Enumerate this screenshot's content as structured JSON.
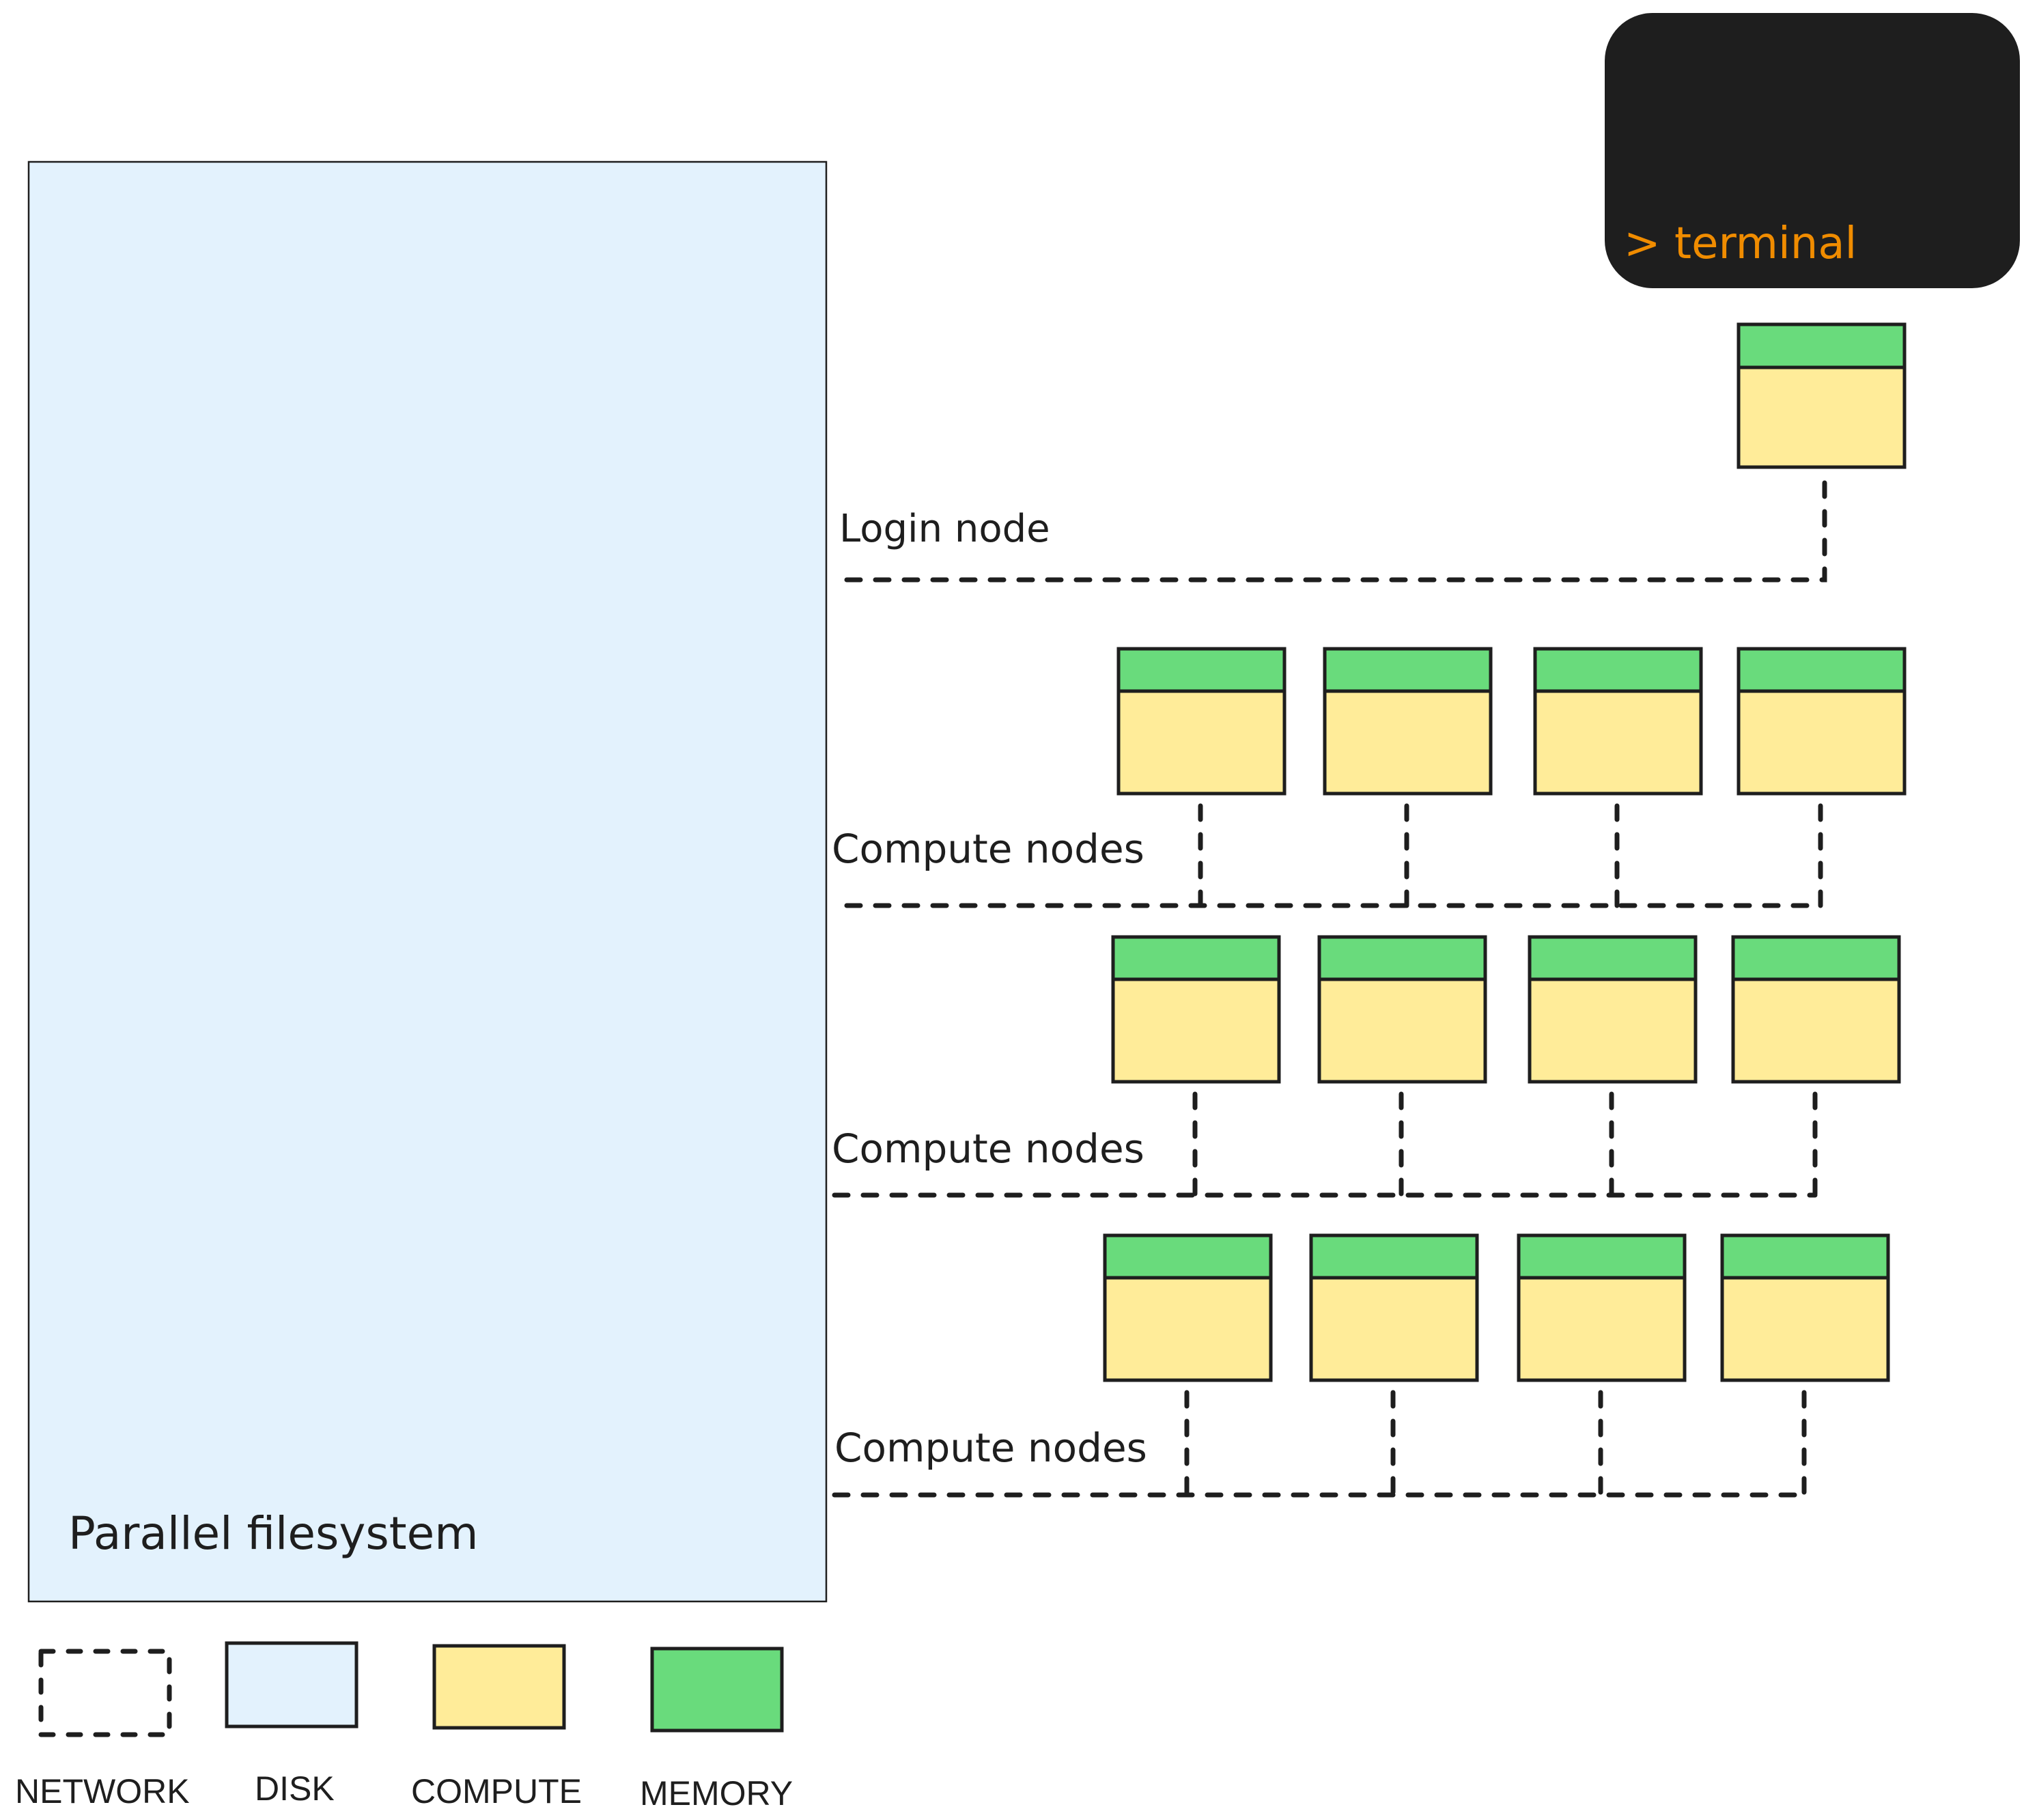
{
  "colors": {
    "disk": "#e3f2fd",
    "compute": "#ffec99",
    "memory": "#69db7c",
    "stroke": "#1e1e1e",
    "terminal_bg": "#1e1e1e",
    "terminal_text": "#f08c00"
  },
  "filesystem": {
    "label": "Parallel filesystem"
  },
  "terminal": {
    "label": "> terminal"
  },
  "login": {
    "label": "Login node",
    "node_count": 1
  },
  "compute_groups": [
    {
      "label": "Compute nodes",
      "node_count": 4
    },
    {
      "label": "Compute nodes",
      "node_count": 4
    },
    {
      "label": "Compute nodes",
      "node_count": 4
    }
  ],
  "legend": [
    {
      "key": "network",
      "label": "NETWORK"
    },
    {
      "key": "disk",
      "label": "DISK"
    },
    {
      "key": "compute",
      "label": "COMPUTE"
    },
    {
      "key": "memory",
      "label": "MEMORY"
    }
  ]
}
